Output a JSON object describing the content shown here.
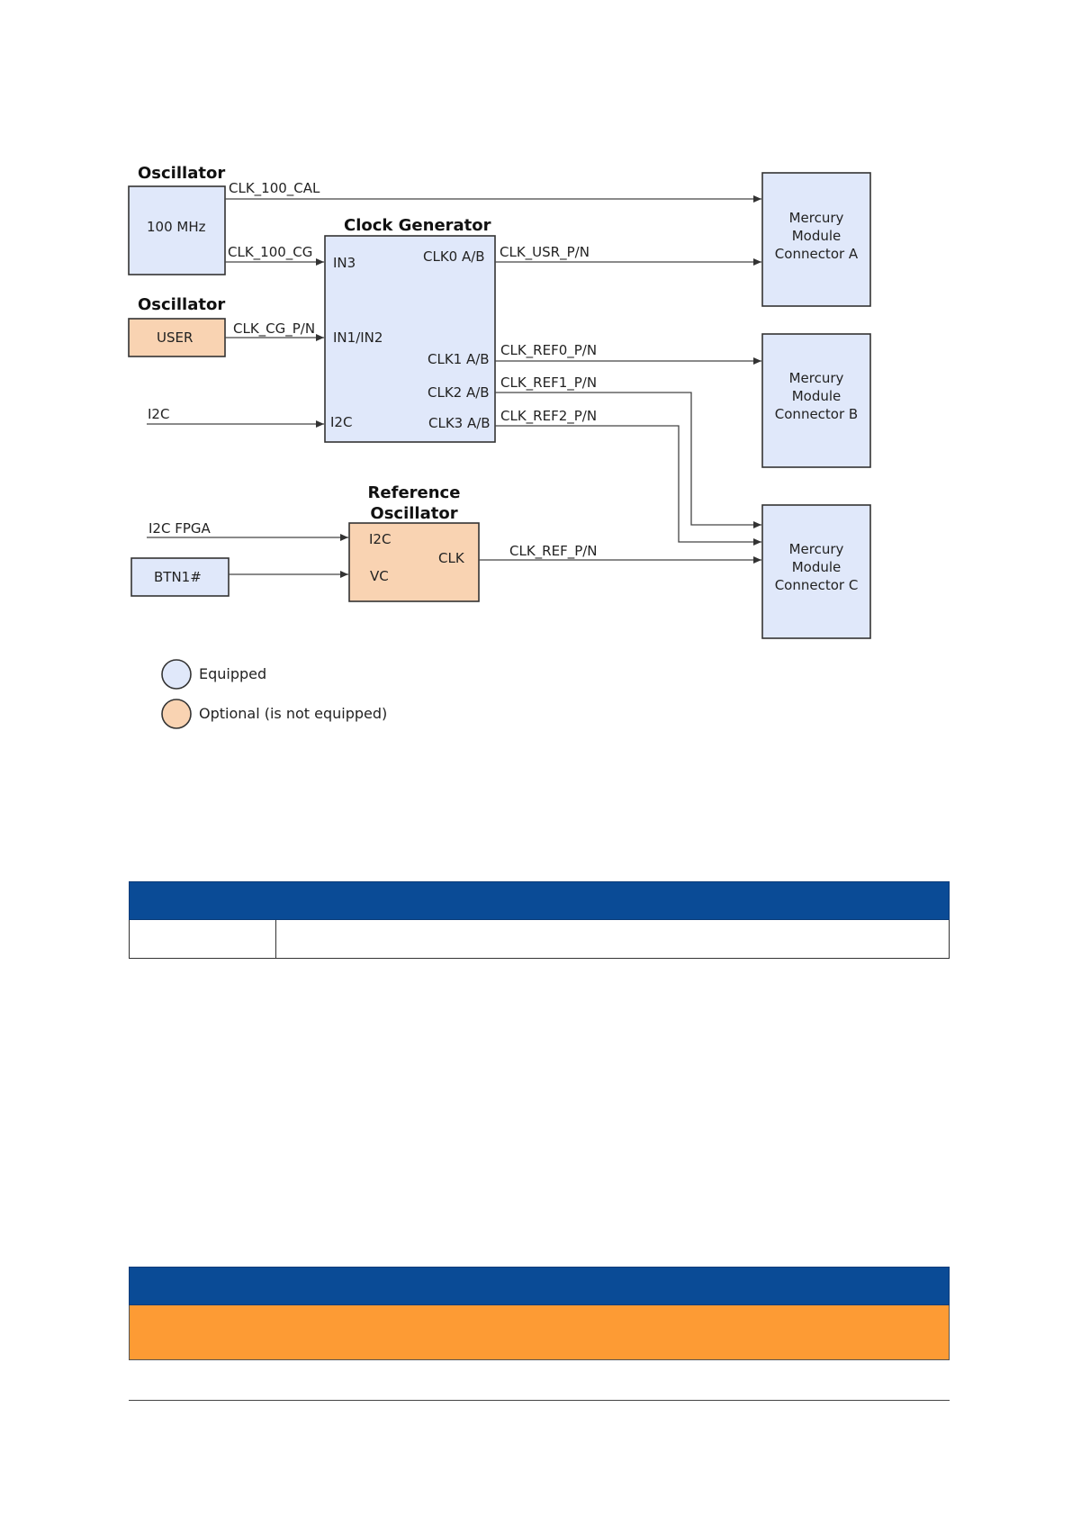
{
  "diagram": {
    "osc1": {
      "title": "Oscillator",
      "label": "100 MHz"
    },
    "osc2": {
      "title": "Oscillator",
      "label": "USER"
    },
    "clockgen": {
      "title": "Clock Generator",
      "in3": "IN3",
      "in1in2": "IN1/IN2",
      "i2c": "I2C",
      "clk0": "CLK0 A/B",
      "clk1": "CLK1 A/B",
      "clk2": "CLK2 A/B",
      "clk3": "CLK3 A/B"
    },
    "refosc": {
      "title1": "Reference",
      "title2": "Oscillator",
      "i2c": "I2C",
      "vc": "VC",
      "clk": "CLK"
    },
    "btn": {
      "label": "BTN1#"
    },
    "connA": {
      "line1": "Mercury",
      "line2": "Module",
      "line3": "Connector A"
    },
    "connB": {
      "line1": "Mercury",
      "line2": "Module",
      "line3": "Connector B"
    },
    "connC": {
      "line1": "Mercury",
      "line2": "Module",
      "line3": "Connector C"
    },
    "signals": {
      "clk_100_cal": "CLK_100_CAL",
      "clk_100_cg": "CLK_100_CG",
      "clk_cg_pn": "CLK_CG_P/N",
      "i2c": "I2C",
      "clk_usr_pn": "CLK_USR_P/N",
      "clk_ref0_pn": "CLK_REF0_P/N",
      "clk_ref1_pn": "CLK_REF1_P/N",
      "clk_ref2_pn": "CLK_REF2_P/N",
      "i2c_fpga": "I2C FPGA",
      "clk_ref_pn": "CLK_REF_P/N"
    },
    "legend": {
      "equipped": "Equipped",
      "optional": "Optional (is not equipped)"
    }
  },
  "colors": {
    "equipped": "#e0e8fa",
    "optional": "#f9d3b2",
    "table_header": "#0a4b96",
    "note_fill": "#fd9b34"
  }
}
